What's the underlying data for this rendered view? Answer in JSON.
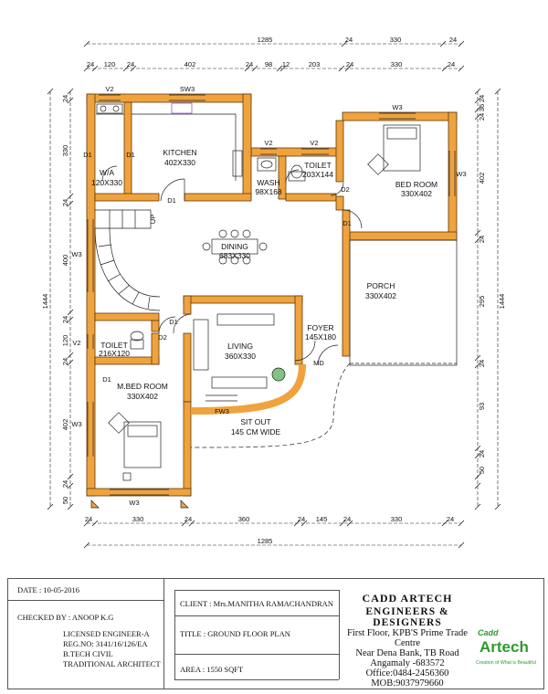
{
  "drawing": {
    "title": "GROUND FLOOR PLAN",
    "rooms": [
      {
        "name": "KITCHEN",
        "size": "402X330"
      },
      {
        "name": "W/A",
        "size": "120X330"
      },
      {
        "name": "WASH",
        "size": "98X168"
      },
      {
        "name": "TOILET",
        "size": "203X144"
      },
      {
        "name": "BED ROOM",
        "size": "330X402"
      },
      {
        "name": "DINING",
        "size": "683X330"
      },
      {
        "name": "PORCH",
        "size": "330X402"
      },
      {
        "name": "FOYER",
        "size": "145X180"
      },
      {
        "name": "LIVING",
        "size": "360X330"
      },
      {
        "name": "TOILET",
        "size": "216X120"
      },
      {
        "name": "M.BED ROOM",
        "size": "330X402"
      },
      {
        "name": "SIT OUT",
        "size": "145 CM WIDE"
      }
    ],
    "labels": {
      "v2a": "V2",
      "sw3": "SW3",
      "v2b": "V2",
      "v2c": "V2",
      "w3top": "W3",
      "w3right": "W3",
      "w3left": "W3",
      "d1a": "D1",
      "d1b": "D1",
      "d1c": "D1",
      "d2a": "D2",
      "d1d": "D1",
      "d1e": "D1",
      "d2b": "D2",
      "d1f": "D1",
      "v2d": "V2",
      "w3m": "W3",
      "w3bot": "W3",
      "fw3": "FW3",
      "md": "MD",
      "up": "UP"
    },
    "dims_top_total": "1285",
    "dims_top_seg1": [
      "24",
      "330",
      "24"
    ],
    "dims_top_seg2": [
      "24",
      "120",
      "24",
      "402",
      "24",
      "98",
      "12",
      "203",
      "24",
      "330",
      "24"
    ],
    "dims_bottom_seg": [
      "24",
      "330",
      "24",
      "360",
      "24",
      "145",
      "24",
      "330",
      "24"
    ],
    "dims_bottom_total": "1285",
    "dims_left_total": "1444",
    "dims_left_seg": [
      "24",
      "330",
      "24",
      "400",
      "24",
      "120",
      "24",
      "402",
      "24",
      "50"
    ],
    "dims_right_total": "1444",
    "dims_right_seg": [
      "24",
      "36",
      "24",
      "402",
      "24",
      "295",
      "24",
      "93",
      "24",
      "50"
    ]
  },
  "title_block": {
    "date": "DATE : 10-05-2016",
    "checked_by": "CHECKED BY : ANOOP K.G",
    "engineer_lines": [
      "LICENSED ENGINEER-A",
      "REG.NO: 3141/16/126/EA",
      "B.TECH CIVIL",
      "TRADITIONAL ARCHITECT"
    ],
    "client": "CLIENT : Mrs.MANITHA RAMACHANDRAN",
    "title": "TITLE : GROUND FLOOR PLAN",
    "area": "AREA :  1550 SQFT",
    "company_name": "CADD ARTECH",
    "company_sub": "ENGINEERS & DESIGNERS",
    "address_lines": [
      "First Floor, KPB'S Prime Trade Centre",
      "Near Dena Bank, TB Road",
      "Angamaly -683572",
      "Office:0484-2456360",
      "MOB:9037979660"
    ],
    "logo_text_top": "Cadd",
    "logo_text_main": "Artech",
    "logo_tagline": "Creation of What is Beautiful"
  },
  "colors": {
    "wall": "#f0a23c",
    "wall_edge": "#5a3a10",
    "dim": "#222",
    "logo": "#2e9a2e"
  }
}
